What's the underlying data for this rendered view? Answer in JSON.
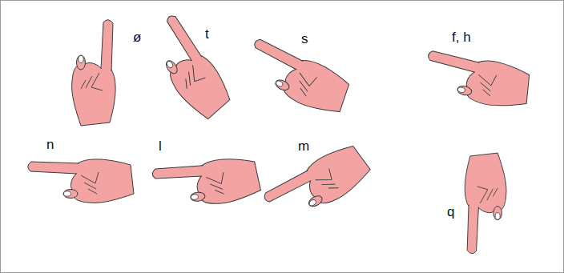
{
  "diagram": {
    "labels": [
      "ø",
      "t",
      "s",
      "f, h",
      "n",
      "l",
      "m",
      "q"
    ]
  }
}
